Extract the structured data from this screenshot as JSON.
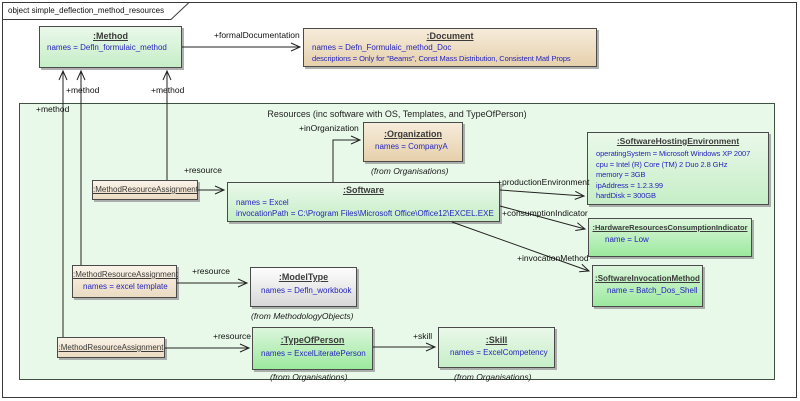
{
  "diagram": {
    "tab_label": "object simple_deflection_method_resources",
    "container_title": "Resources (inc software with OS, Templates, and TypeOfPerson)"
  },
  "boxes": {
    "method": {
      "title": ":Method",
      "attr1": "names = Defln_formulaic_method"
    },
    "document": {
      "title": ":Document",
      "attr1": "names = Defn_Formulaic_method_Doc",
      "attr2": "descriptions = Only for \"Beams\", Const Mass Distribution, Consistent Matl Props"
    },
    "organization": {
      "title": ":Organization",
      "attr1": "names = CompanyA",
      "caption": "(from Organisations)"
    },
    "mra1": {
      "title": ":MethodResourceAssignment"
    },
    "mra2": {
      "title": ":MethodResourceAssignment",
      "attr1": "names = excel template"
    },
    "mra3": {
      "title": ":MethodResourceAssignment"
    },
    "software": {
      "title": ":Software",
      "attr1": "names = Excel",
      "attr2": "invocationPath = C:\\Program Files\\Microsoft Office\\Office12\\EXCEL.EXE"
    },
    "hosting": {
      "title": ":SoftwareHostingEnvironment",
      "attr1": "operatingSystem = Microsoft Windows XP 2007",
      "attr2": "cpu = Intel (R) Core (TM) 2 Duo 2.8 GHz",
      "attr3": "memory = 3GB",
      "attr4": "ipAddress = 1.2.3.99",
      "attr5": "hardDisk = 300GB"
    },
    "consumption": {
      "title": ":HardwareResourcesConsumptionIndicator",
      "attr1": "name = Low"
    },
    "invocation": {
      "title": ":SoftwareInvocationMethod",
      "attr1": "name = Batch_Dos_Shell"
    },
    "modeltype": {
      "title": ":ModelType",
      "attr1": "names = Defln_workbook",
      "caption": "(from MethodologyObjects)"
    },
    "typeofperson": {
      "title": ":TypeOfPerson",
      "attr1": "names = ExcelLiteratePerson",
      "caption": "(from Organisations)"
    },
    "skill": {
      "title": ":Skill",
      "attr1": "names = ExcelCompetency",
      "caption": "(from Organisations)"
    }
  },
  "labels": {
    "formal_documentation": "+formalDocumentation",
    "method": "+method",
    "resource": "+resource",
    "in_organization": "+inOrganization",
    "production_environment": "+productionEnvironment",
    "consumption_indicator": "+consumptionIndicator",
    "invocation_method": "+invocationMethod",
    "skill": "+skill"
  },
  "colors": {
    "green_light": "#c6eec7",
    "green_bright": "#9ce99e",
    "tan": "#e6d0ab",
    "gray": "#d8d8d8",
    "container_fill": "#e9f9e9",
    "attr_text": "#2424bd",
    "line": "#222222"
  }
}
